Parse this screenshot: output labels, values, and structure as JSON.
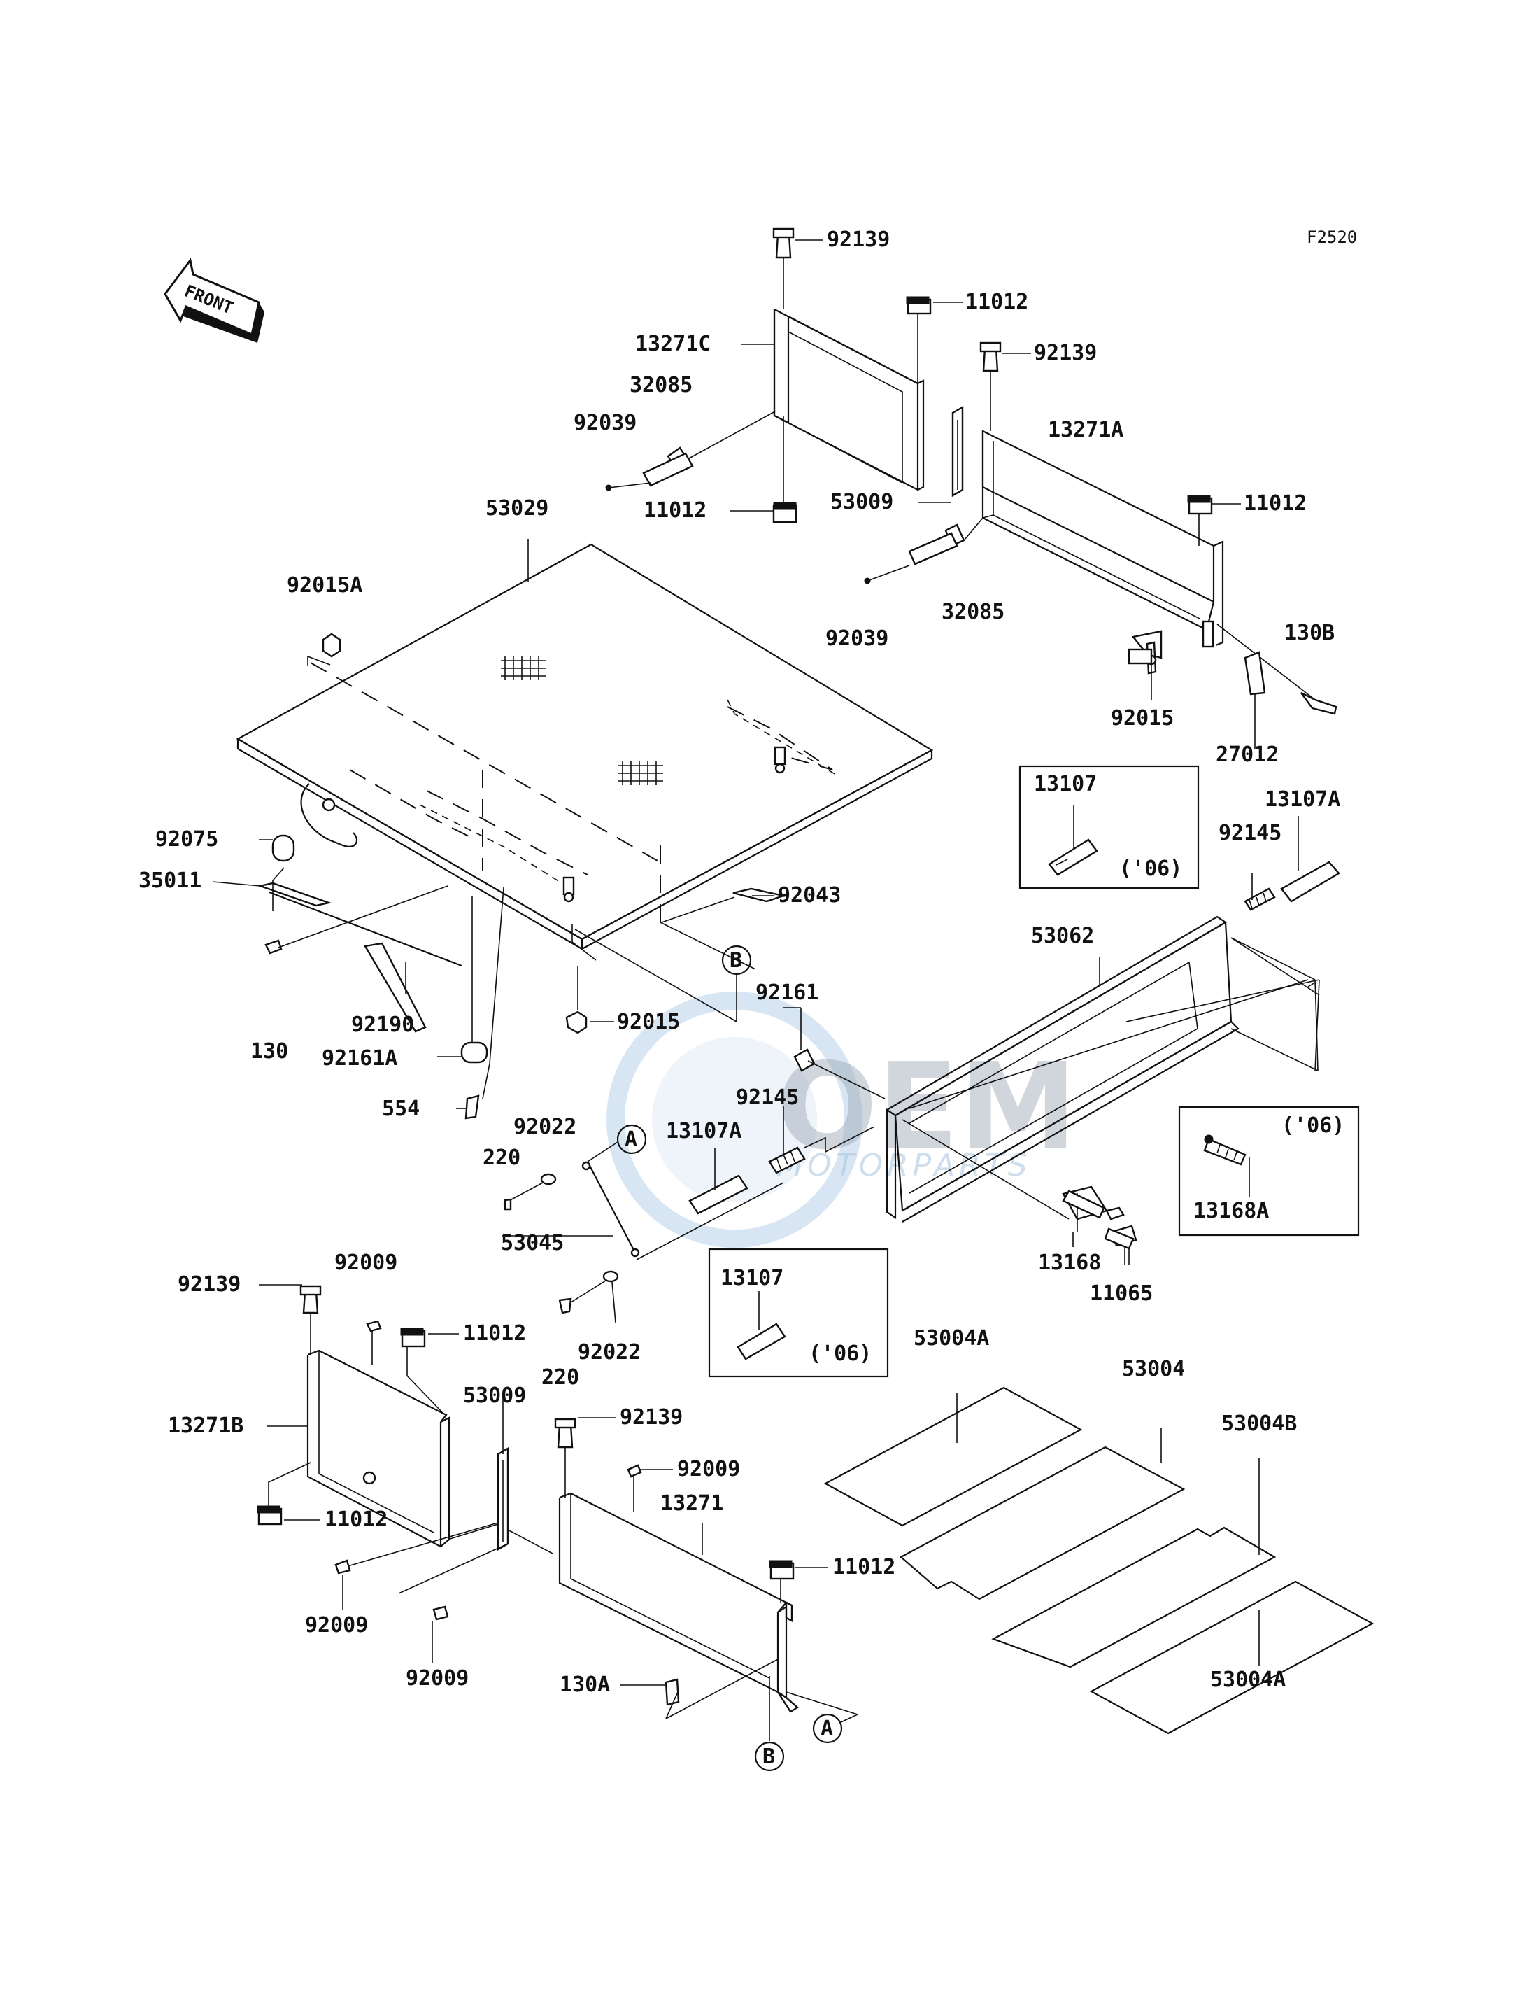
{
  "figure_code": "F2520",
  "front_arrow_label": "FRONT",
  "watermark": {
    "main": "OEM",
    "sub": "MOTORPARTS"
  },
  "reference_markers": {
    "a": "A",
    "b": "B"
  },
  "callouts": {
    "p92139_top": "92139",
    "p11012_top": "11012",
    "p13271C": "13271C",
    "p32085_left": "32085",
    "p92039_left": "92039",
    "p11012_mid": "11012",
    "p92139_mid": "92139",
    "p13271A": "13271A",
    "p53009_top": "53009",
    "p11012_right": "11012",
    "p32085_right": "32085",
    "p92039_right": "92039",
    "p130B": "130B",
    "p92015_right": "92015",
    "p27012": "27012",
    "p53029": "53029",
    "p92015A": "92015A",
    "p92075": "92075",
    "p35011": "35011",
    "p92043": "92043",
    "p130": "130",
    "p92190": "92190",
    "p92161A": "92161A",
    "p554": "554",
    "p92015_bottom": "92015",
    "p13107_box": "13107",
    "p06_box1": "('06)",
    "p13107A_top": "13107A",
    "p92145_top": "92145",
    "p53062": "53062",
    "p92161": "92161",
    "p92145_mid": "92145",
    "p13107A_mid": "13107A",
    "p92022_top": "92022",
    "p220_top": "220",
    "p53045": "53045",
    "p92022_bottom": "92022",
    "p220_bottom": "220",
    "p13107_box2": "13107",
    "p06_box2": "('06)",
    "p06_box3": "('06)",
    "p13168A": "13168A",
    "p13168": "13168",
    "p11065": "11065",
    "p92139_bl": "92139",
    "p92009_top": "92009",
    "p11012_bl": "11012",
    "p13271B": "13271B",
    "p53009_bottom": "53009",
    "p11012_bl2": "11012",
    "p92139_bm": "92139",
    "p92009_bm": "92009",
    "p13271": "13271",
    "p11012_bm": "11012",
    "p92009_b1": "92009",
    "p92009_b2": "92009",
    "p130A": "130A",
    "p53004A_top": "53004A",
    "p53004": "53004",
    "p53004B": "53004B",
    "p53004A_bottom": "53004A"
  }
}
